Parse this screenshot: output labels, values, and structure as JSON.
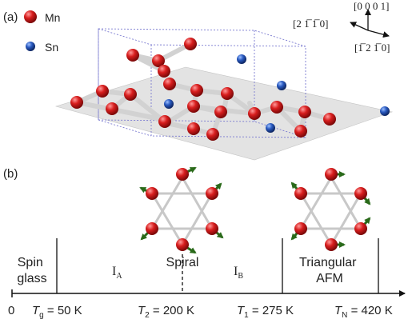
{
  "panel_a": {
    "label": "(a)",
    "legend": [
      {
        "name": "Mn",
        "color": "#d01a1a"
      },
      {
        "name": "Sn",
        "color": "#1f4fb0"
      }
    ],
    "axes": {
      "up": "[0 0 0 1]",
      "left": "[2 1̅ 1̅ 0]",
      "right": "[1̅ 2 1̅ 0]"
    }
  },
  "panel_b": {
    "label": "(b)",
    "phases": [
      {
        "name": "Spin\nglass"
      },
      {
        "name": "I",
        "sub": "A"
      },
      {
        "name": "Spiral"
      },
      {
        "name": "I",
        "sub": "B"
      },
      {
        "name": "Triangular\nAFM"
      }
    ],
    "axis_origin": "0",
    "temperatures": [
      {
        "symbol": "T",
        "sub": "g",
        "text": " = 50 K"
      },
      {
        "symbol": "T",
        "sub": "2",
        "text": " = 200 K"
      },
      {
        "symbol": "T",
        "sub": "1",
        "text": " = 275 K"
      },
      {
        "symbol": "T",
        "sub": "N",
        "text": " = 420 K"
      }
    ]
  },
  "colors": {
    "mn": "#d01a1a",
    "sn": "#1f4fb0",
    "spin_arrow": "#2a6a1a",
    "bond": "#cfcfcf",
    "plane": "#d9d9d9",
    "box": "#7a7ad0"
  }
}
